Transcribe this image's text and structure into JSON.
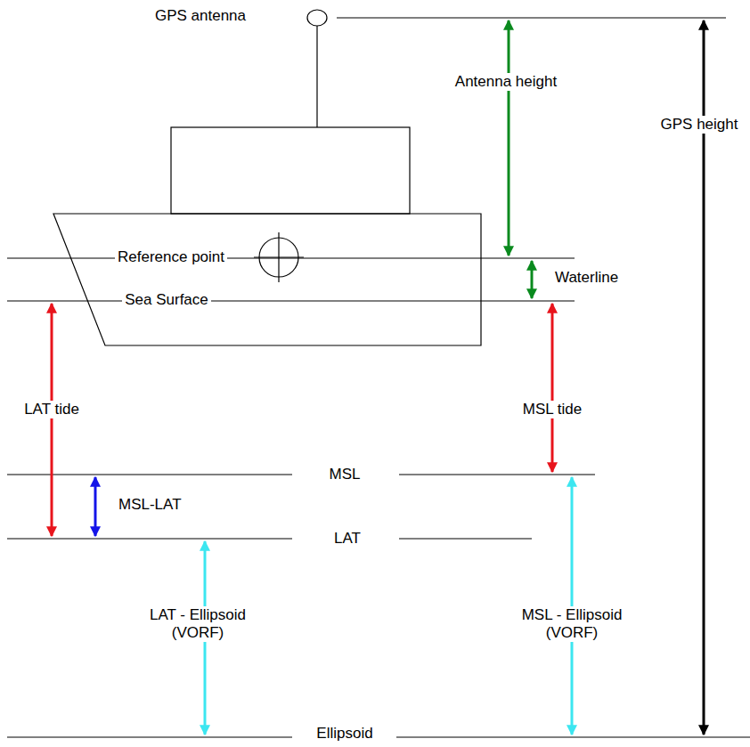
{
  "diagram": {
    "labels": [
      "GPS antenna",
      "Antenna height",
      "GPS height",
      "Reference point",
      "Waterline",
      "Sea Surface",
      "LAT tide",
      "MSL tide",
      "MSL",
      "MSL-LAT",
      "LAT",
      "LAT - Ellipsoid (VORF)",
      "MSL - Ellipsoid (VORF)",
      "Ellipsoid"
    ]
  }
}
